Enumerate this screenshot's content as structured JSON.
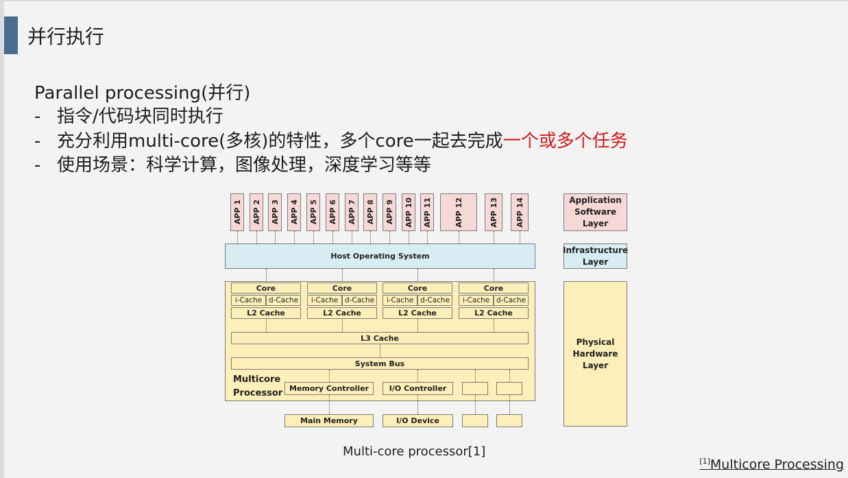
{
  "slide": {
    "title": "并行执行",
    "heading": "Parallel processing(并行)",
    "bullet1": "指令/代码块同时执行",
    "bullet2_prefix": "充分利用multi-core(多核)的特性，多个core一起去完成",
    "bullet2_highlight": "一个或多个任务",
    "bullet3": "使用场景：科学计算，图像处理，深度学习等等",
    "dash": "-"
  },
  "diagram": {
    "apps": [
      "APP 1",
      "APP 2",
      "APP 3",
      "APP 4",
      "APP 5",
      "APP 6",
      "APP 7",
      "APP 8",
      "APP 9",
      "APP 10",
      "APP 11",
      "APP 12",
      "APP 13",
      "APP 14"
    ],
    "host_os": "Host Operating System",
    "core": "Core",
    "icache": "i-Cache",
    "dcache": "d-Cache",
    "l2": "L2 Cache",
    "l3": "L3 Cache",
    "system_bus": "System Bus",
    "multicore_line1": "Multicore",
    "multicore_line2": "Processor",
    "memory_controller": "Memory Controller",
    "io_controller": "I/O Controller",
    "main_memory": "Main Memory",
    "io_device": "I/O Device",
    "layers": {
      "application": "Application Software Layer",
      "infrastructure": "Infrastructure Layer",
      "physical": "Physical Hardware Layer"
    },
    "colors": {
      "app": "#f6d9d7",
      "os": "#d8edf3",
      "hw": "#fcefb9",
      "highlight": "#d11919"
    }
  },
  "caption": "Multi-core processor[1]",
  "reference": {
    "marker": "[1]",
    "text": "Multicore Processing"
  }
}
